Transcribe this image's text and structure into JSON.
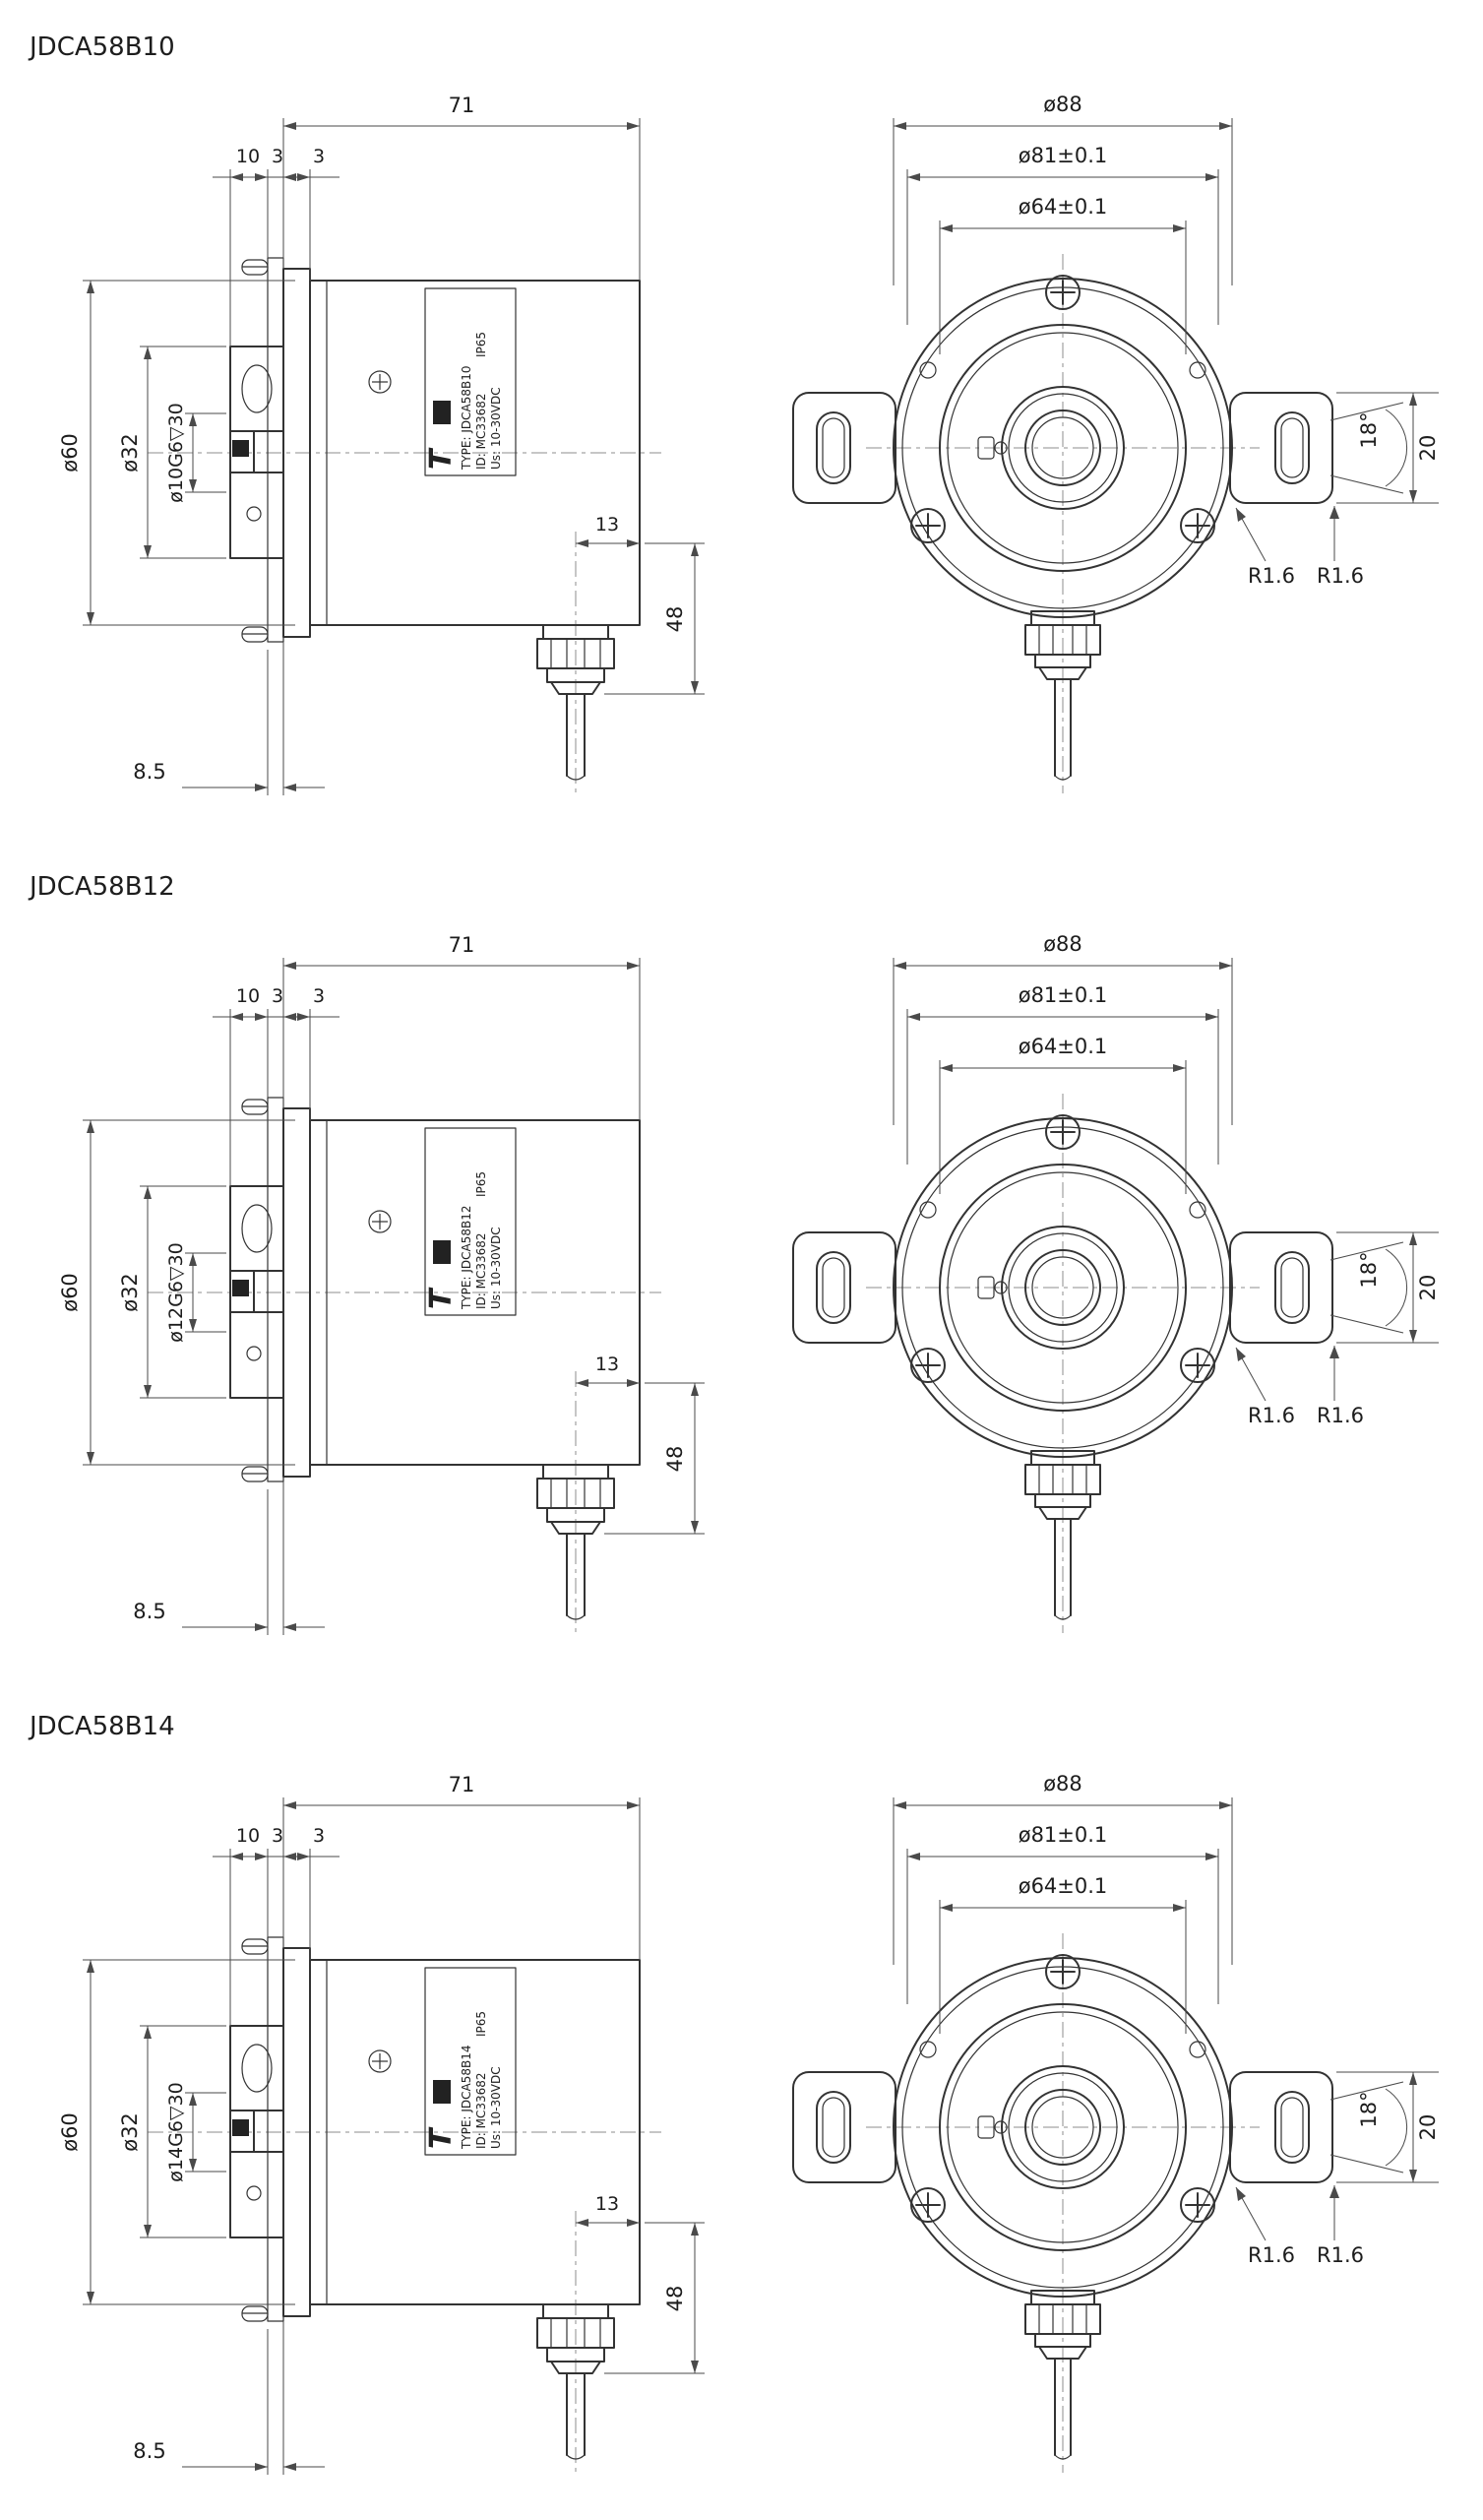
{
  "page": {
    "background": "#ffffff",
    "line_color": "#333333"
  },
  "sections": [
    {
      "title": "JDCA58B10",
      "side_view": {
        "w71": "71",
        "d10": "10",
        "d3a": "3",
        "d3b": "3",
        "d60": "ø60",
        "d32": "ø32",
        "shaft": "ø10G6▽30",
        "d13": "13",
        "d48": "48",
        "d85": "8.5",
        "label": {
          "logo": "T",
          "type": "TYPE: JDCA58B10",
          "id": "ID: MC33682",
          "us": "Us: 10-30VDC",
          "ip": "IP65"
        }
      },
      "front_view": {
        "d88": "ø88",
        "d81": "ø81±0.1",
        "d64": "ø64±0.1",
        "a18": "18°",
        "d20": "20",
        "r1": "R1.6",
        "r2": "R1.6"
      }
    },
    {
      "title": "JDCA58B12",
      "side_view": {
        "w71": "71",
        "d10": "10",
        "d3a": "3",
        "d3b": "3",
        "d60": "ø60",
        "d32": "ø32",
        "shaft": "ø12G6▽30",
        "d13": "13",
        "d48": "48",
        "d85": "8.5",
        "label": {
          "logo": "T",
          "type": "TYPE: JDCA58B12",
          "id": "ID: MC33682",
          "us": "Us: 10-30VDC",
          "ip": "IP65"
        }
      },
      "front_view": {
        "d88": "ø88",
        "d81": "ø81±0.1",
        "d64": "ø64±0.1",
        "a18": "18°",
        "d20": "20",
        "r1": "R1.6",
        "r2": "R1.6"
      }
    },
    {
      "title": "JDCA58B14",
      "side_view": {
        "w71": "71",
        "d10": "10",
        "d3a": "3",
        "d3b": "3",
        "d60": "ø60",
        "d32": "ø32",
        "shaft": "ø14G6▽30",
        "d13": "13",
        "d48": "48",
        "d85": "8.5",
        "label": {
          "logo": "T",
          "type": "TYPE: JDCA58B14",
          "id": "ID: MC33682",
          "us": "Us: 10-30VDC",
          "ip": "IP65"
        }
      },
      "front_view": {
        "d88": "ø88",
        "d81": "ø81±0.1",
        "d64": "ø64±0.1",
        "a18": "18°",
        "d20": "20",
        "r1": "R1.6",
        "r2": "R1.6"
      }
    }
  ]
}
